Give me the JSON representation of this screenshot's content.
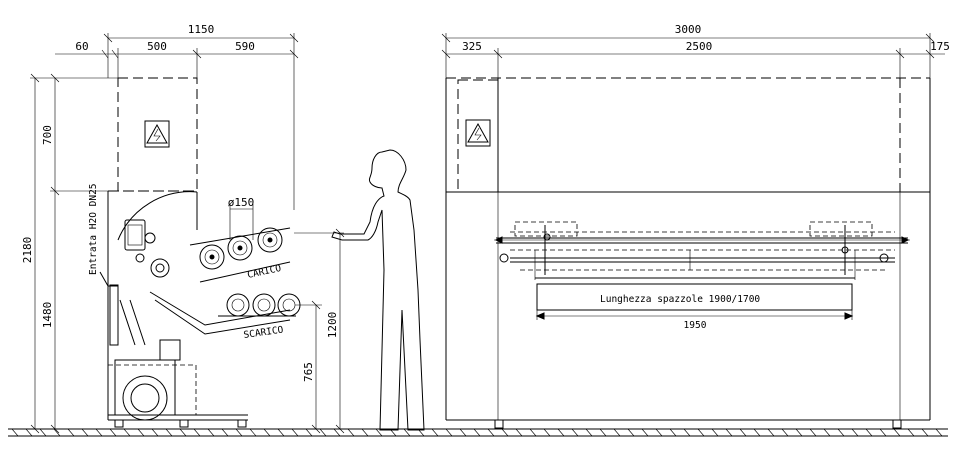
{
  "front_view": {
    "dims_top": {
      "overall": "1150",
      "left_offset": "60",
      "section_a": "500",
      "section_b": "590"
    },
    "dims_left": {
      "total_height": "2180",
      "top_box": "700",
      "lower": "1480"
    },
    "dims_right": {
      "discharge_height": "765",
      "load_height": "1200"
    },
    "roller_diameter": "ø150",
    "inlet_label": "Entrata H2O DN25",
    "load_label": "CARICO",
    "discharge_label": "SCARICO"
  },
  "side_view": {
    "dims_top": {
      "overall": "3000",
      "left_offset": "325",
      "middle": "2500",
      "right_offset": "175"
    },
    "brush_length_label": "Lunghezza spazzole 1900/1700",
    "brush_span": "1950"
  },
  "icons": {
    "hazard_left": "electrical-hazard-icon",
    "hazard_right": "electrical-hazard-icon"
  }
}
